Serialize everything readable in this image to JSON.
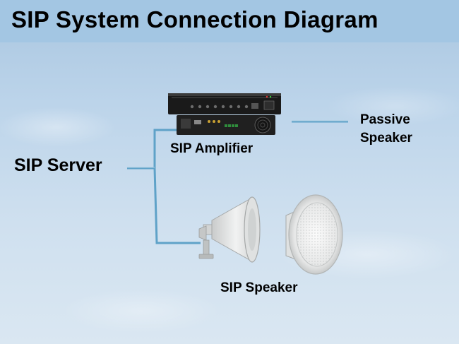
{
  "title": "SIP System Connection Diagram",
  "nodes": {
    "sip_server": "SIP Server",
    "sip_amplifier": "SIP Amplifier",
    "passive_speaker_line1": "Passive",
    "passive_speaker_line2": "Speaker",
    "sip_speaker": "SIP Speaker"
  },
  "colors": {
    "title_bar": "#a3c6e3",
    "connector": "#5fa2c8",
    "device_body": "#1a1a1a"
  }
}
